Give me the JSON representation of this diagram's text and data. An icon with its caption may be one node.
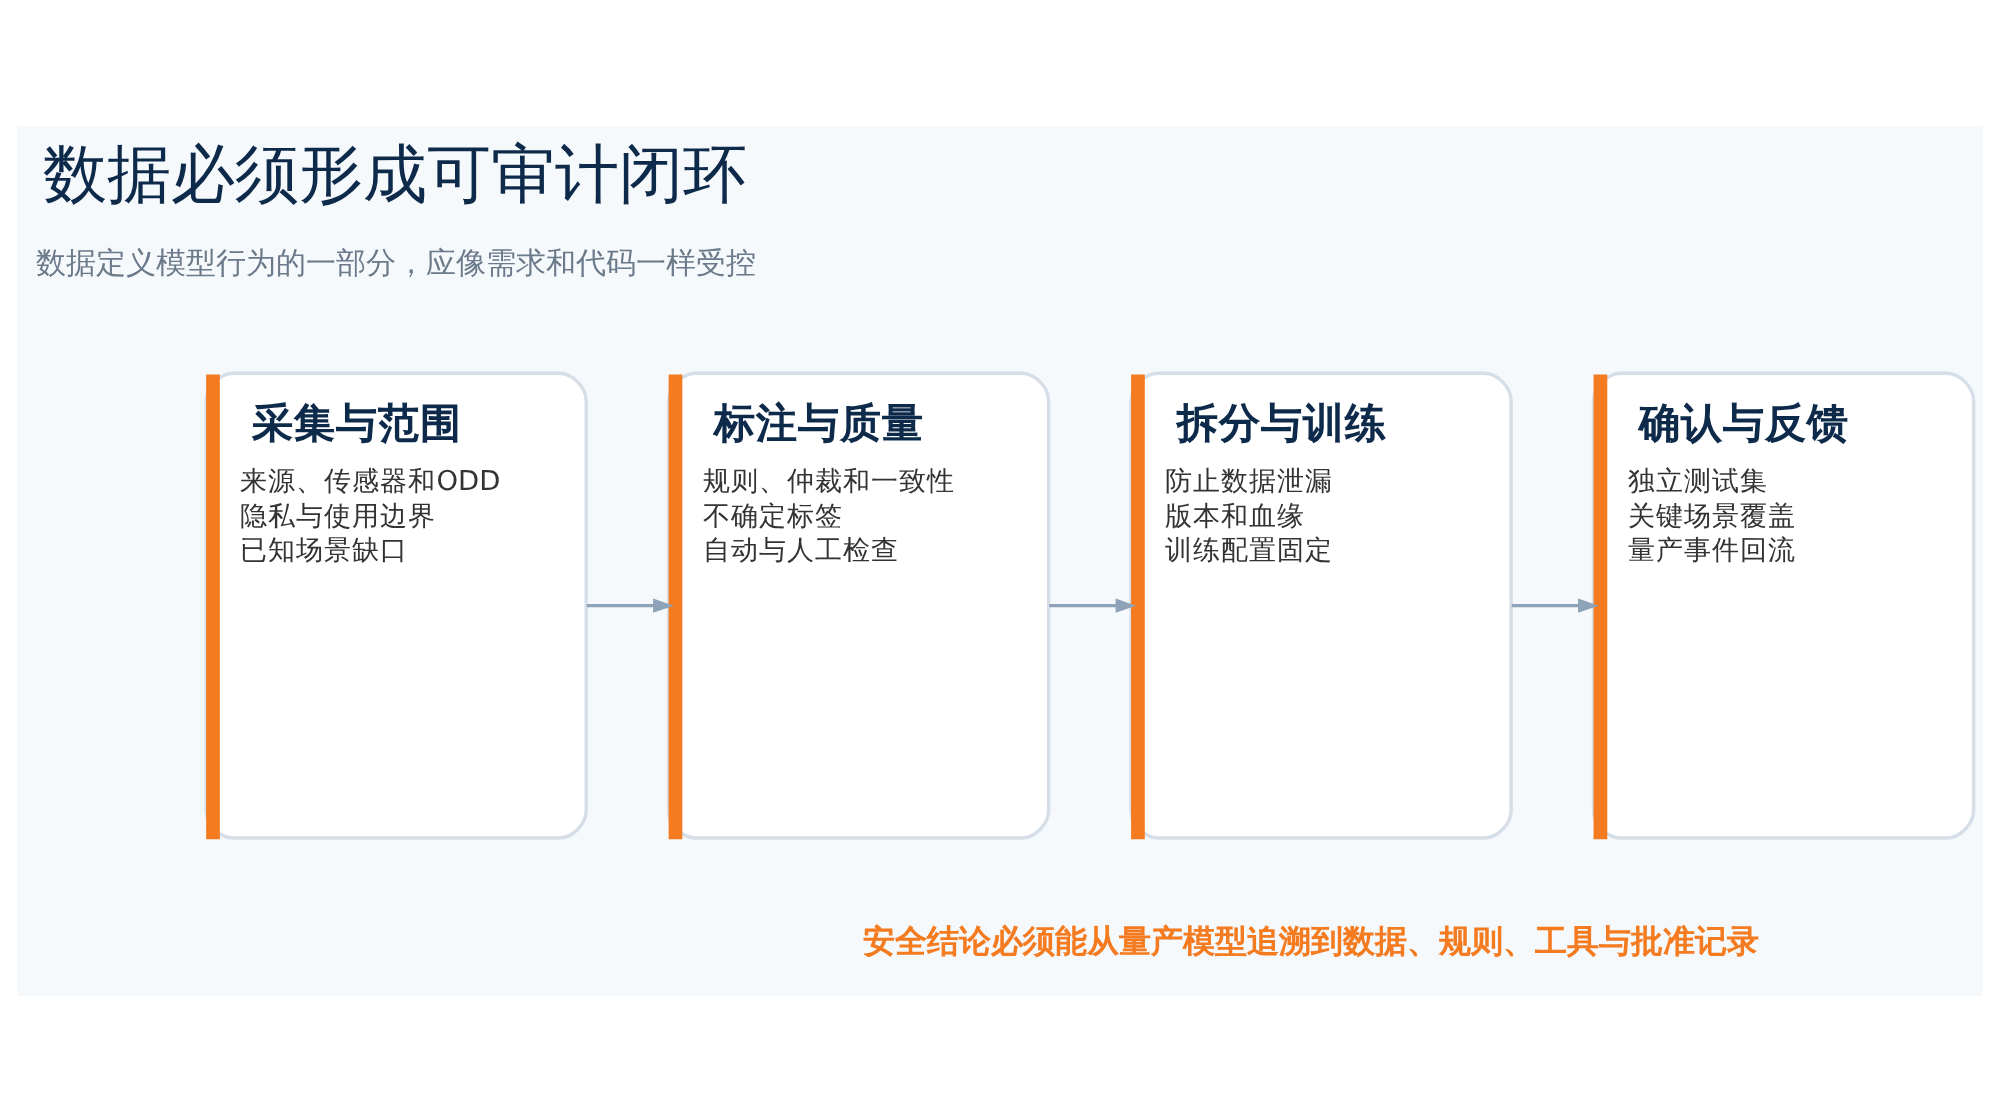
{
  "diagram": {
    "title": "数据必须形成可审计闭环",
    "nodes": [
      {
        "text": [
          "采集与范围",
          "来源、传感器和ODD",
          "隐私与使用边界",
          "已知场景缺口"
        ]
      },
      {
        "text": [
          "标注与质量",
          "规则、仲裁和一致性",
          "不确定标签",
          "自动与人工检查"
        ]
      },
      {
        "text": [
          "拆分与训练",
          "防止数据泄漏",
          "版本和血缘",
          "训练配置固定"
        ]
      },
      {
        "text": [
          "确认与反馈",
          "独立测试集",
          "关键场景覆盖",
          "量产事件回流"
        ]
      }
    ],
    "edges": [
      {
        "from": 0,
        "to": 1,
        "arrow": "to"
      },
      {
        "from": 1,
        "to": 2,
        "arrow": "to"
      },
      {
        "from": 2,
        "to": 3,
        "arrow": "to"
      }
    ],
    "labels": [
      "数据定义模型行为的一部分，应像需求和代码一样受控",
      "安全结论必须能从量产模型追溯到数据、规则、工具与批准记录"
    ]
  }
}
